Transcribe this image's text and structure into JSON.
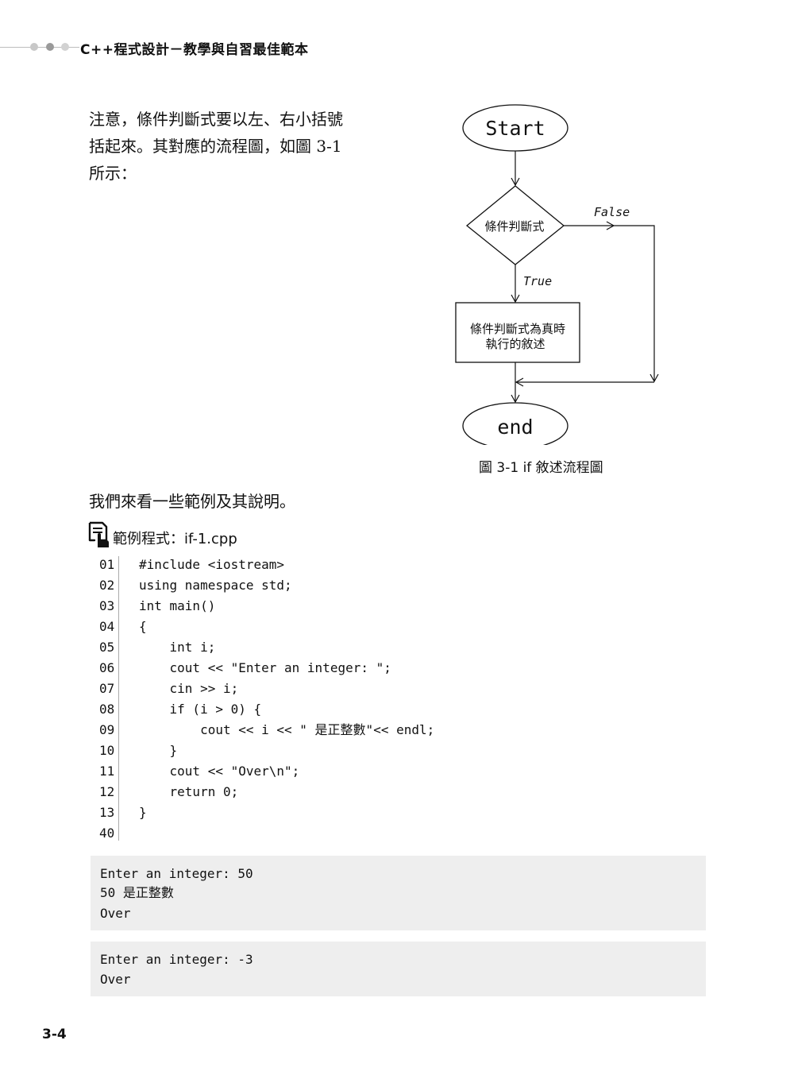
{
  "header": {
    "title": "C++程式設計－教學與自習最佳範本"
  },
  "intro": {
    "lines": [
      "注意，條件判斷式要以左、右小括號",
      "括起來。其對應的流程圖，如圖 3-1",
      "所示："
    ]
  },
  "flowchart": {
    "start": "Start",
    "decision": "條件判斷式",
    "false_label": "False",
    "true_label": "True",
    "process_line1": "條件判斷式為真時",
    "process_line2": "執行的敘述",
    "end": "end",
    "caption": "圖 3-1  if 敘述流程圖"
  },
  "lead": "我們來看一些範例及其說明。",
  "example": {
    "label": "範例程式：",
    "filename": "if-1.cpp",
    "icon": "code-file-icon"
  },
  "code": {
    "lines": [
      {
        "num": "01",
        "text": "#include <iostream>"
      },
      {
        "num": "02",
        "text": "using namespace std;"
      },
      {
        "num": "03",
        "text": "int main()"
      },
      {
        "num": "04",
        "text": "{"
      },
      {
        "num": "05",
        "text": "    int i;"
      },
      {
        "num": "06",
        "text": "    cout << \"Enter an integer: \";"
      },
      {
        "num": "07",
        "text": "    cin >> i;"
      },
      {
        "num": "08",
        "text": "    if (i > 0) {"
      },
      {
        "num": "09",
        "text": "        cout << i << \" 是正整數\"<< endl;"
      },
      {
        "num": "10",
        "text": "    }"
      },
      {
        "num": "11",
        "text": "    cout << \"Over\\n\";"
      },
      {
        "num": "12",
        "text": "    return 0;"
      },
      {
        "num": "13",
        "text": "}"
      },
      {
        "num": "40",
        "text": ""
      }
    ]
  },
  "outputs": [
    {
      "lines": [
        "Enter an integer: 50",
        "50 是正整數",
        "Over"
      ]
    },
    {
      "lines": [
        "Enter an integer: -3",
        "Over"
      ]
    }
  ],
  "page_number": "3-4"
}
